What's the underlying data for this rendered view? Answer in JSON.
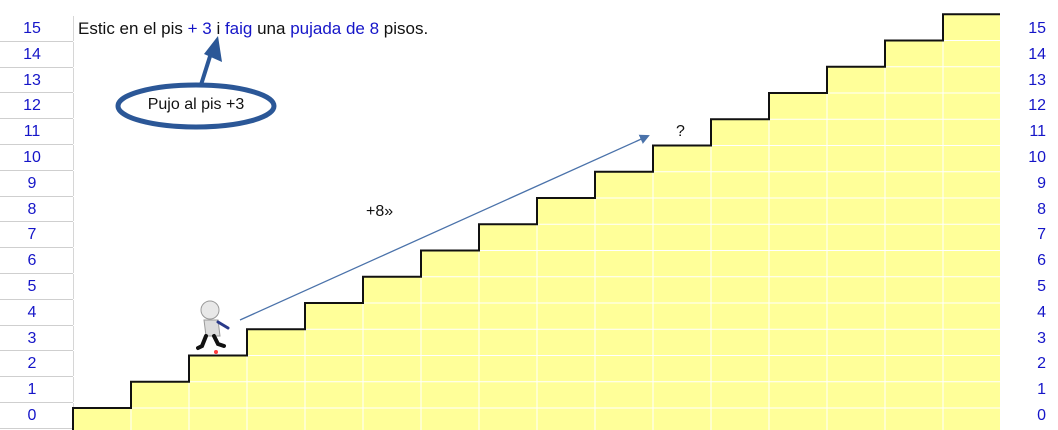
{
  "floors": [
    "15",
    "14",
    "13",
    "12",
    "11",
    "10",
    "9",
    "8",
    "7",
    "6",
    "5",
    "4",
    "3",
    "2",
    "1",
    "0"
  ],
  "sentence": {
    "part1": "Estic en el pis ",
    "part2": "+ 3",
    "part3": " i ",
    "part4": "faig",
    "part5": " una ",
    "part6": "pujada de 8",
    "part7": " pisos."
  },
  "callout": {
    "text": "Pujo al pis +3"
  },
  "arrow_label": "+8»",
  "unknown_label": "?",
  "colors": {
    "stairs_fill": "#ffff99",
    "axis_text": "#1515c8",
    "callout_stroke": "#2b5797",
    "arrow_stroke": "#4a72aa"
  }
}
